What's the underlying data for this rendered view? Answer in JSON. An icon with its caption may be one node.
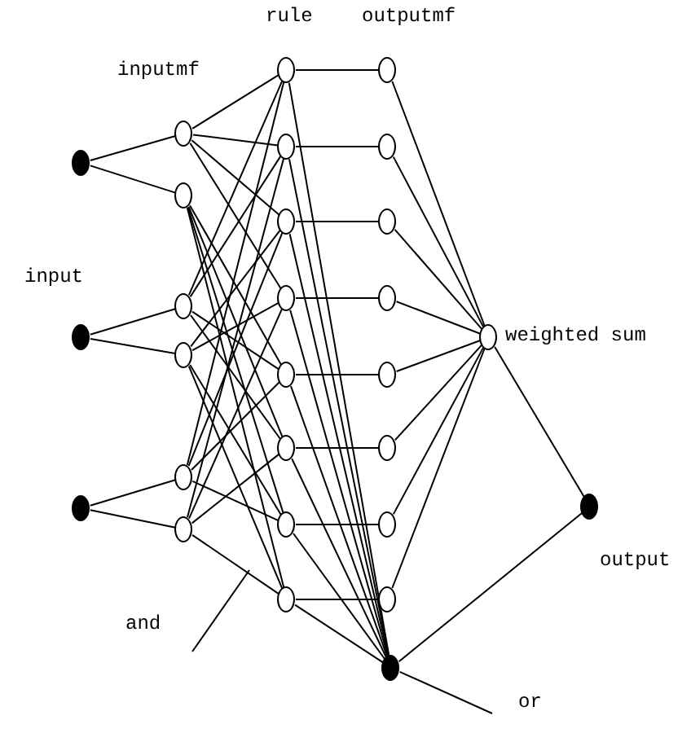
{
  "diagram": {
    "nodes": [
      {
        "text": [],
        "shape": "circle"
      },
      {
        "text": [],
        "shape": "circle"
      },
      {
        "text": [],
        "shape": "circle"
      },
      {
        "text": [],
        "shape": "circle"
      },
      {
        "text": [],
        "shape": "circle"
      },
      {
        "text": [],
        "shape": "circle"
      },
      {
        "text": [],
        "shape": "circle"
      },
      {
        "text": [],
        "shape": "circle"
      },
      {
        "text": [],
        "shape": "circle"
      },
      {
        "text": [],
        "shape": "circle"
      },
      {
        "text": [],
        "shape": "circle"
      },
      {
        "text": [],
        "shape": "circle"
      },
      {
        "text": [],
        "shape": "circle"
      },
      {
        "text": [],
        "shape": "circle"
      },
      {
        "text": [],
        "shape": "circle"
      },
      {
        "text": [],
        "shape": "circle"
      },
      {
        "text": [],
        "shape": "circle"
      },
      {
        "text": [],
        "shape": "circle"
      },
      {
        "text": [],
        "shape": "circle"
      },
      {
        "text": [],
        "shape": "circle"
      },
      {
        "text": [],
        "shape": "circle"
      },
      {
        "text": [],
        "shape": "circle"
      },
      {
        "text": [],
        "shape": "circle"
      },
      {
        "text": [],
        "shape": "circle"
      },
      {
        "text": [],
        "shape": "circle"
      },
      {
        "text": [],
        "shape": "circle",
        "beside": [
          "weighted sum"
        ]
      },
      {
        "text": [],
        "shape": "circle"
      },
      {
        "text": [],
        "shape": "circle",
        "beside": [
          "output"
        ]
      },
      {
        "text": [
          "and"
        ]
      },
      {
        "text": [
          "or"
        ]
      }
    ],
    "edges": [
      {
        "from": 0,
        "to": 3,
        "arrow": "none"
      },
      {
        "from": 0,
        "to": 4,
        "arrow": "none"
      },
      {
        "from": 1,
        "to": 5,
        "arrow": "none"
      },
      {
        "from": 1,
        "to": 6,
        "arrow": "none"
      },
      {
        "from": 2,
        "to": 7,
        "arrow": "none"
      },
      {
        "from": 2,
        "to": 8,
        "arrow": "none"
      },
      {
        "from": 3,
        "to": 9,
        "arrow": "none"
      },
      {
        "from": 5,
        "to": 9,
        "arrow": "none"
      },
      {
        "from": 7,
        "to": 9,
        "arrow": "none"
      },
      {
        "from": 3,
        "to": 10,
        "arrow": "none"
      },
      {
        "from": 5,
        "to": 10,
        "arrow": "none"
      },
      {
        "from": 8,
        "to": 10,
        "arrow": "none"
      },
      {
        "from": 3,
        "to": 11,
        "arrow": "none"
      },
      {
        "from": 6,
        "to": 11,
        "arrow": "none"
      },
      {
        "from": 7,
        "to": 11,
        "arrow": "none"
      },
      {
        "from": 3,
        "to": 12,
        "arrow": "none"
      },
      {
        "from": 6,
        "to": 12,
        "arrow": "none"
      },
      {
        "from": 8,
        "to": 12,
        "arrow": "none"
      },
      {
        "from": 4,
        "to": 13,
        "arrow": "none"
      },
      {
        "from": 5,
        "to": 13,
        "arrow": "none"
      },
      {
        "from": 7,
        "to": 13,
        "arrow": "none"
      },
      {
        "from": 4,
        "to": 14,
        "arrow": "none"
      },
      {
        "from": 5,
        "to": 14,
        "arrow": "none"
      },
      {
        "from": 8,
        "to": 14,
        "arrow": "none"
      },
      {
        "from": 4,
        "to": 15,
        "arrow": "none"
      },
      {
        "from": 6,
        "to": 15,
        "arrow": "none"
      },
      {
        "from": 7,
        "to": 15,
        "arrow": "none"
      },
      {
        "from": 4,
        "to": 16,
        "arrow": "none"
      },
      {
        "from": 6,
        "to": 16,
        "arrow": "none"
      },
      {
        "from": 8,
        "to": 16,
        "arrow": "none"
      },
      {
        "from": 9,
        "to": 17,
        "arrow": "none"
      },
      {
        "from": 10,
        "to": 18,
        "arrow": "none"
      },
      {
        "from": 11,
        "to": 19,
        "arrow": "none"
      },
      {
        "from": 12,
        "to": 20,
        "arrow": "none"
      },
      {
        "from": 13,
        "to": 21,
        "arrow": "none"
      },
      {
        "from": 14,
        "to": 22,
        "arrow": "none"
      },
      {
        "from": 15,
        "to": 23,
        "arrow": "none"
      },
      {
        "from": 16,
        "to": 24,
        "arrow": "none"
      },
      {
        "from": 9,
        "to": 26,
        "arrow": "none"
      },
      {
        "from": 10,
        "to": 26,
        "arrow": "none"
      },
      {
        "from": 11,
        "to": 26,
        "arrow": "none"
      },
      {
        "from": 12,
        "to": 26,
        "arrow": "none"
      },
      {
        "from": 13,
        "to": 26,
        "arrow": "none"
      },
      {
        "from": 14,
        "to": 26,
        "arrow": "none"
      },
      {
        "from": 15,
        "to": 26,
        "arrow": "none"
      },
      {
        "from": 16,
        "to": 26,
        "arrow": "none"
      },
      {
        "from": 17,
        "to": 25,
        "arrow": "none"
      },
      {
        "from": 18,
        "to": 25,
        "arrow": "none"
      },
      {
        "from": 19,
        "to": 25,
        "arrow": "none"
      },
      {
        "from": 20,
        "to": 25,
        "arrow": "none"
      },
      {
        "from": 21,
        "to": 25,
        "arrow": "none"
      },
      {
        "from": 22,
        "to": 25,
        "arrow": "none"
      },
      {
        "from": 23,
        "to": 25,
        "arrow": "none"
      },
      {
        "from": 24,
        "to": 25,
        "arrow": "none"
      },
      {
        "from": 25,
        "to": 27,
        "arrow": "none"
      },
      {
        "from": 26,
        "to": 27,
        "arrow": "none"
      },
      {
        "from": 28,
        "to": null,
        "arrow": "none"
      },
      {
        "from": 29,
        "to": 26,
        "arrow": "none"
      }
    ],
    "labels": [
      "rule",
      "outputmf",
      "inputmf",
      "input"
    ]
  }
}
